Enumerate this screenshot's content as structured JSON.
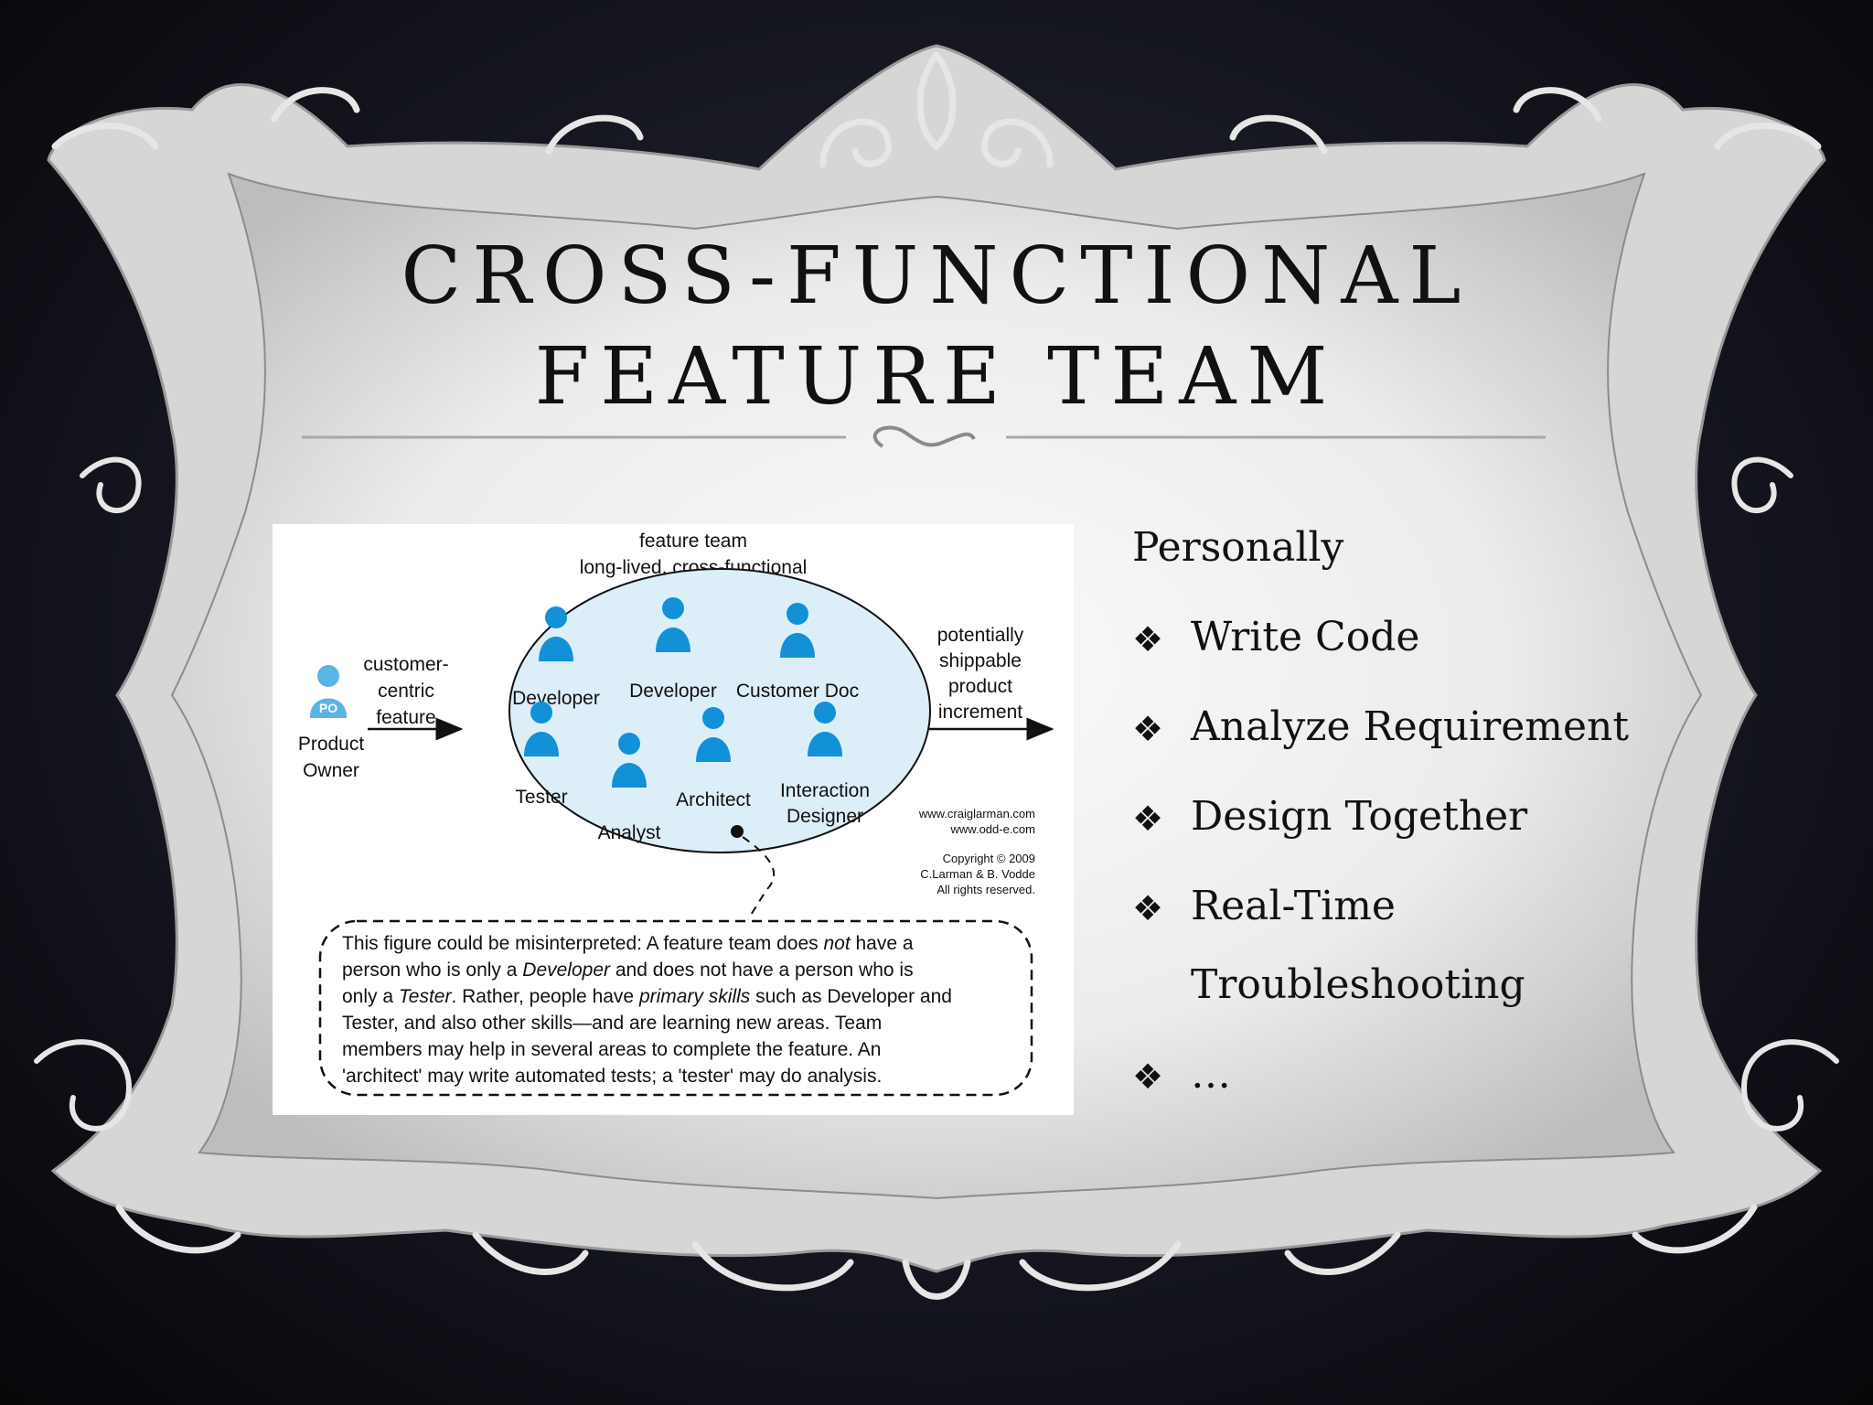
{
  "slide": {
    "title_line1": "CROSS-FUNCTIONAL",
    "title_line2": "FEATURE TEAM"
  },
  "diagram": {
    "header_line1": "feature team",
    "header_line2": "long-lived, cross-functional",
    "po_badge": "PO",
    "po_label_line1": "Product",
    "po_label_line2": "Owner",
    "input_line1": "customer-",
    "input_line2": "centric",
    "input_line3": "feature",
    "output_line1": "potentially",
    "output_line2": "shippable",
    "output_line3": "product",
    "output_line4": "increment",
    "members": [
      {
        "label": "Developer"
      },
      {
        "label": "Developer"
      },
      {
        "label": "Customer Doc"
      },
      {
        "label": "Tester"
      },
      {
        "label": "Analyst"
      },
      {
        "label": "Architect"
      },
      {
        "label": "Interaction",
        "label2": "Designer"
      }
    ],
    "url1": "www.craiglarman.com",
    "url2": "www.odd-e.com",
    "copyright1": "Copyright © 2009",
    "copyright2": "C.Larman & B. Vodde",
    "copyright3": "All rights reserved.",
    "note_line1_a": "This figure could be misinterpreted: A feature team does ",
    "note_line1_em": "not",
    "note_line1_b": " have a",
    "note_line2_a": "person who is only a ",
    "note_line2_em": "Developer",
    "note_line2_b": " and does not have a person who is",
    "note_line3_a": "only a ",
    "note_line3_em": "Tester",
    "note_line3_b": ". Rather, people have ",
    "note_line3_em2": "primary skills",
    "note_line3_c": " such as Developer and",
    "note_line4": "Tester, and also other skills—and are learning new areas.  Team",
    "note_line5": "members may help in several areas to complete the feature. An",
    "note_line6": "'architect' may write automated tests; a 'tester' may do analysis."
  },
  "bullets": {
    "heading": "Personally",
    "marker": "❖",
    "items": [
      {
        "text": "Write Code"
      },
      {
        "text": "Analyze Requirement"
      },
      {
        "text": "Design Together"
      },
      {
        "text": "Real-Time",
        "text2": "Troubleshooting"
      },
      {
        "text": "…"
      }
    ]
  },
  "colors": {
    "person_blue": "#1290d8",
    "po_blue": "#5ab4e6",
    "ellipse_fill": "#dceef8",
    "frame_light": "#f4f4f4",
    "frame_dark": "#bfbfbf"
  }
}
